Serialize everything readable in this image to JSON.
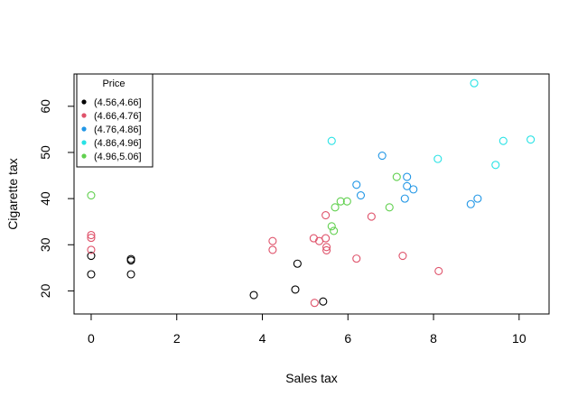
{
  "chart_data": {
    "type": "scatter",
    "title": "",
    "xlabel": "Sales tax",
    "ylabel": "Cigarette tax",
    "xlim": [
      -0.4,
      10.7
    ],
    "ylim": [
      15,
      67
    ],
    "x_ticks": [
      0,
      2,
      4,
      6,
      8,
      10
    ],
    "y_ticks": [
      20,
      30,
      40,
      50,
      60
    ],
    "grid": false,
    "legend": {
      "title": "Price",
      "placement": "top-left"
    },
    "series": [
      {
        "name": "(4.56,4.66]",
        "color": "#000000",
        "points": [
          [
            0,
            27.6
          ],
          [
            0,
            23.6
          ],
          [
            0.93,
            26.9
          ],
          [
            0.93,
            26.6
          ],
          [
            0.93,
            23.6
          ],
          [
            3.8,
            19.1
          ],
          [
            4.77,
            20.3
          ],
          [
            4.82,
            25.9
          ],
          [
            5.42,
            17.7
          ]
        ]
      },
      {
        "name": "(4.66,4.76]",
        "color": "#DF536B",
        "points": [
          [
            0,
            32.1
          ],
          [
            0,
            31.5
          ],
          [
            0,
            28.9
          ],
          [
            4.24,
            30.8
          ],
          [
            4.24,
            28.9
          ],
          [
            5.2,
            31.4
          ],
          [
            5.33,
            30.8
          ],
          [
            5.48,
            31.4
          ],
          [
            5.48,
            36.4
          ],
          [
            5.5,
            29.5
          ],
          [
            5.5,
            28.8
          ],
          [
            5.22,
            17.4
          ],
          [
            6.2,
            27.0
          ],
          [
            6.55,
            36.1
          ],
          [
            7.28,
            27.6
          ],
          [
            8.12,
            24.3
          ]
        ]
      },
      {
        "name": "(4.76,4.86]",
        "color": "#2297E6",
        "points": [
          [
            6.2,
            43.0
          ],
          [
            6.3,
            40.7
          ],
          [
            6.8,
            49.3
          ],
          [
            7.33,
            40.0
          ],
          [
            7.38,
            44.7
          ],
          [
            7.38,
            42.7
          ],
          [
            7.53,
            42.0
          ],
          [
            8.87,
            38.8
          ],
          [
            9.03,
            40.0
          ]
        ]
      },
      {
        "name": "(4.86,4.96]",
        "color": "#28E2E5",
        "points": [
          [
            5.62,
            52.5
          ],
          [
            8.1,
            48.6
          ],
          [
            8.95,
            65.0
          ],
          [
            9.45,
            47.3
          ],
          [
            9.63,
            52.5
          ],
          [
            10.27,
            52.8
          ]
        ]
      },
      {
        "name": "(4.96,5.06]",
        "color": "#61D04F",
        "points": [
          [
            0,
            40.7
          ],
          [
            5.62,
            34.0
          ],
          [
            5.67,
            33.0
          ],
          [
            5.7,
            38.1
          ],
          [
            5.83,
            39.4
          ],
          [
            5.98,
            39.4
          ],
          [
            6.97,
            38.1
          ],
          [
            7.14,
            44.7
          ]
        ]
      }
    ]
  }
}
